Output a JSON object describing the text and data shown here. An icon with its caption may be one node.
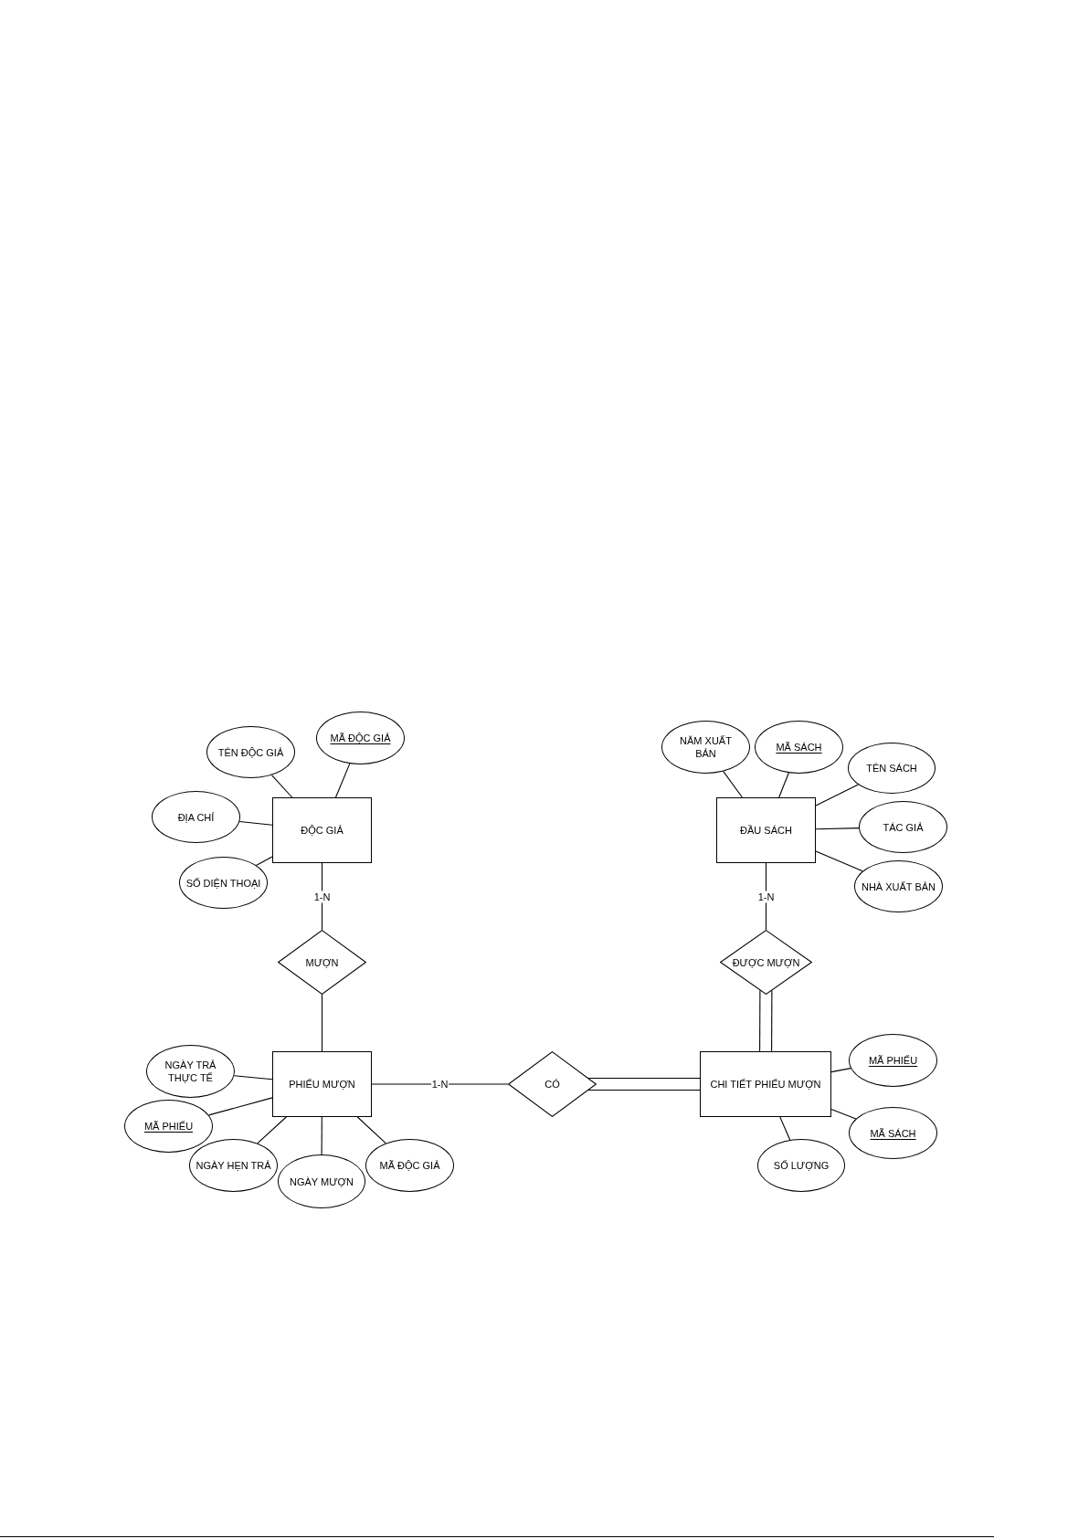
{
  "diagram": {
    "nodes": [
      {
        "text": [
          "TÊN ĐỘC GIẢ"
        ]
      },
      {
        "text": [
          "MÃ ĐỘC GIẢ"
        ]
      },
      {
        "text": [
          "NĂM XUẤT BẢN"
        ]
      },
      {
        "text": [
          "MÃ SÁCH"
        ]
      },
      {
        "text": [
          "TÊN SÁCH"
        ]
      },
      {
        "text": [
          "ĐỊA CHỈ"
        ]
      },
      {
        "text": [
          "ĐỘC GIẢ"
        ]
      },
      {
        "text": [
          "ĐẦU SÁCH"
        ]
      },
      {
        "text": [
          "TÁC GIẢ"
        ]
      },
      {
        "text": [
          "SỐ DIỆN THOẠI"
        ]
      },
      {
        "text": [
          "NHÀ XUẤT BẢN"
        ]
      },
      {
        "text": [
          "MƯỢN"
        ]
      },
      {
        "text": [
          "ĐƯỢC MƯỢN"
        ]
      },
      {
        "text": [
          "NGÀY TRẢ THỰC TẾ"
        ]
      },
      {
        "text": [
          "PHIẾU MƯỢN"
        ]
      },
      {
        "text": [
          "CÓ"
        ]
      },
      {
        "text": [
          "CHI TIẾT PHIẾU MƯỢN"
        ]
      },
      {
        "text": [
          "MÃ PHIẾU"
        ]
      },
      {
        "text": [
          "MÃ PHIẾU"
        ]
      },
      {
        "text": [
          "MÃ SÁCH"
        ]
      },
      {
        "text": [
          "NGÀY HẸN TRẢ"
        ]
      },
      {
        "text": [
          "MÃ ĐỘC GIẢ"
        ]
      },
      {
        "text": [
          "SỐ LƯỢNG"
        ]
      },
      {
        "text": [
          "NGÀY MƯỢN"
        ]
      }
    ],
    "edges": [
      {
        "from": 6,
        "to": 0,
        "arrow": "none"
      },
      {
        "from": 6,
        "to": 1,
        "arrow": "none"
      },
      {
        "from": 6,
        "to": 5,
        "arrow": "none"
      },
      {
        "from": 6,
        "to": 9,
        "arrow": "none"
      },
      {
        "from": 7,
        "to": 2,
        "arrow": "none"
      },
      {
        "from": 7,
        "to": 3,
        "arrow": "none"
      },
      {
        "from": 7,
        "to": 4,
        "arrow": "none"
      },
      {
        "from": 7,
        "to": 8,
        "arrow": "none"
      },
      {
        "from": 7,
        "to": 10,
        "arrow": "none"
      },
      {
        "from": 6,
        "to": 11,
        "arrow": "none",
        "label": "1-N"
      },
      {
        "from": 11,
        "to": 14,
        "arrow": "none"
      },
      {
        "from": 7,
        "to": 12,
        "arrow": "none",
        "label": "1-N"
      },
      {
        "from": 12,
        "to": 16,
        "arrow": "none"
      },
      {
        "from": 12,
        "to": 16,
        "arrow": "none"
      },
      {
        "from": 14,
        "to": 15,
        "arrow": "none",
        "label": "1-N"
      },
      {
        "from": 15,
        "to": 16,
        "arrow": "none"
      },
      {
        "from": 15,
        "to": 16,
        "arrow": "none"
      },
      {
        "from": 14,
        "to": 13,
        "arrow": "none"
      },
      {
        "from": 14,
        "to": 18,
        "arrow": "none"
      },
      {
        "from": 14,
        "to": 20,
        "arrow": "none"
      },
      {
        "from": 14,
        "to": 23,
        "arrow": "none"
      },
      {
        "from": 14,
        "to": 21,
        "arrow": "none"
      },
      {
        "from": 16,
        "to": 17,
        "arrow": "none"
      },
      {
        "from": 16,
        "to": 19,
        "arrow": "none"
      },
      {
        "from": 16,
        "to": 22,
        "arrow": "none"
      }
    ]
  }
}
